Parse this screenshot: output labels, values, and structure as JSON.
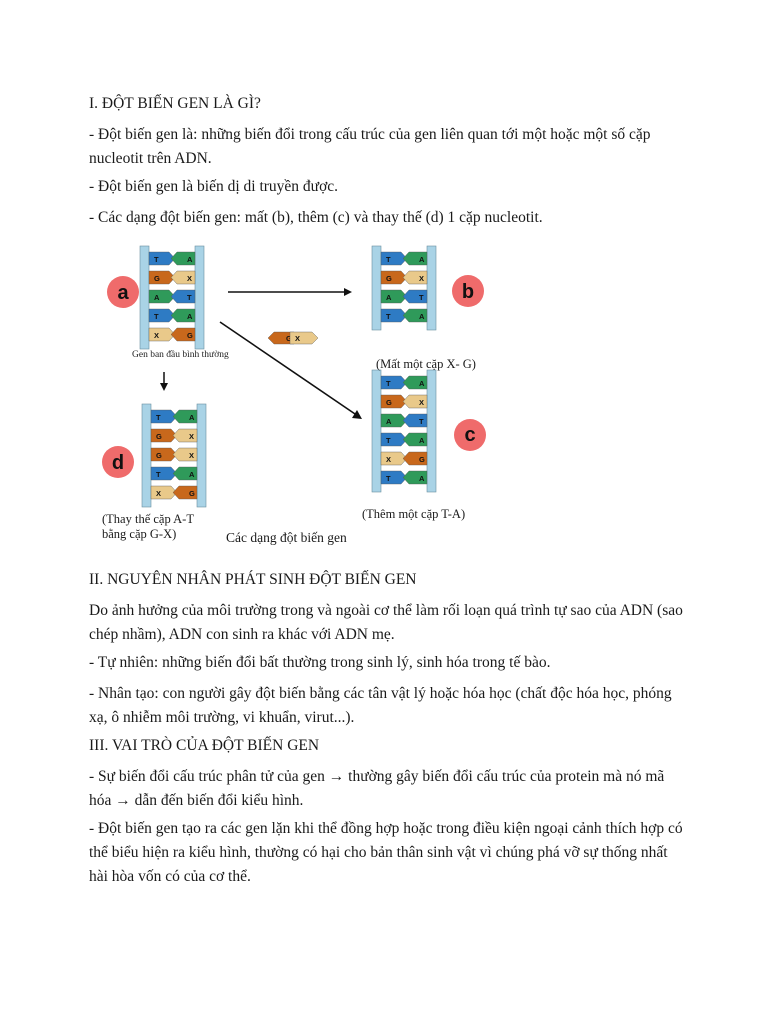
{
  "sections": [
    {
      "heading": "I. ĐỘT BIẾN GEN LÀ GÌ?",
      "paragraphs": [
        "- Đột biến gen là: những biến đổi trong cấu trúc của gen liên quan tới một hoặc một số cặp nucleotit trên ADN.",
        "- Đột biến gen là biến dị di truyền được.",
        "- Các dạng đột biến gen: mất (b), thêm (c) và thay thế (d) 1 cặp nucleotit."
      ]
    },
    {
      "heading": "II. NGUYÊN NHÂN PHÁT SINH ĐỘT BIẾN GEN",
      "paragraphs": [
        "Do ảnh hưởng của môi trường trong và ngoài cơ thể làm rối loạn quá trình tự sao của ADN (sao chép nhầm), ADN con sinh ra khác với ADN mẹ.",
        "- Tự nhiên: những biến đổi bất thường trong sinh lý, sinh hóa trong tế bào.",
        "- Nhân tạo: con người gây đột biến bằng các tân vật lý hoặc hóa học (chất độc hóa học, phóng xạ, ô nhiễm môi trường, vi khuẩn, virut...)."
      ]
    },
    {
      "heading": "III. VAI TRÒ CỦA ĐỘT BIẾN GEN",
      "paragraphs": [
        "- Sự biến đổi cấu trúc phân tử của gen → thường gây biến đổi cấu trúc của protein mà nó mã hóa → dẫn đến biến đổi kiểu hình.",
        "- Đột biến gen tạo ra các gen lặn khi thể đồng hợp hoặc trong điều kiện ngoại cảnh thích hợp có thể biểu hiện ra kiểu hình, thường có hại cho bản thân sinh vật vì chúng phá vỡ sự thống nhất hài hòa vốn có của cơ thể."
      ]
    }
  ],
  "figure": {
    "labels": {
      "a": "a",
      "b": "b",
      "c": "c",
      "d": "d"
    },
    "caption_a": "Gen ban đầu bình thường",
    "caption_b": "(Mất một cặp X- G)",
    "caption_c": "(Thêm một cặp T-A)",
    "caption_d_line1": "(Thay thế cặp A-T",
    "caption_d_line2": "bằng cặp G-X)",
    "title": "Các dạng đột biến gen",
    "free_pair": {
      "left": "G",
      "right": "X"
    },
    "strands": {
      "a": [
        [
          "T",
          "A"
        ],
        [
          "G",
          "X"
        ],
        [
          "A",
          "T"
        ],
        [
          "T",
          "A"
        ],
        [
          "X",
          "G"
        ]
      ],
      "b": [
        [
          "T",
          "A"
        ],
        [
          "G",
          "X"
        ],
        [
          "A",
          "T"
        ],
        [
          "T",
          "A"
        ]
      ],
      "c": [
        [
          "T",
          "A"
        ],
        [
          "G",
          "X"
        ],
        [
          "A",
          "T"
        ],
        [
          "T",
          "A"
        ],
        [
          "X",
          "G"
        ],
        [
          "T",
          "A"
        ]
      ],
      "d": [
        [
          "T",
          "A"
        ],
        [
          "G",
          "X"
        ],
        [
          "G",
          "X"
        ],
        [
          "T",
          "A"
        ],
        [
          "X",
          "G"
        ]
      ]
    },
    "colors": {
      "T": "#2e7bc4",
      "A": "#2f9a5a",
      "G": "#c8681c",
      "X": "#e9c98a",
      "backbone": "#a9d3e6",
      "label_circle": "#ef6b6b"
    }
  }
}
